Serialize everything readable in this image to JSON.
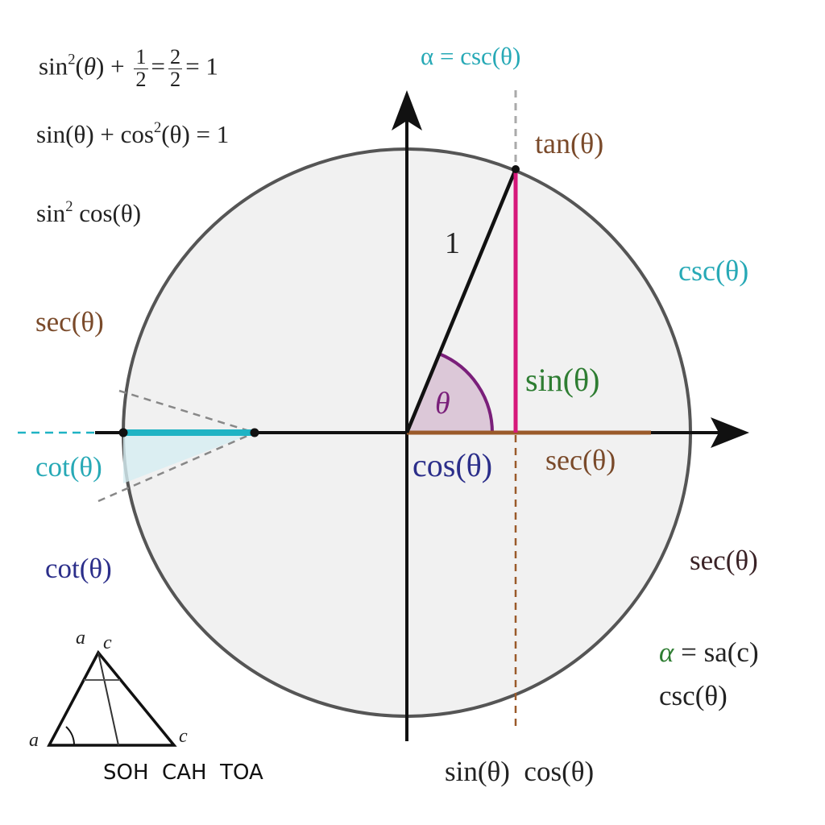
{
  "colors": {
    "background": "#ffffff",
    "circle_fill": "#f1f1f1",
    "circle_stroke": "#555555",
    "axis": "#111111",
    "sin_line": "#d6187a",
    "cos_sec_line": "#9a5a2a",
    "theta_arc": "#7a1f7a",
    "theta_fill": "#dcc8d8",
    "cot_line": "#1fb3c4",
    "teal_text": "#27a9b6",
    "brown_text": "#7a4a2a",
    "green_text": "#2e7d32",
    "navy_text": "#2b2e8a",
    "dark_text": "#222222"
  },
  "identities": {
    "line1": {
      "prefix": "sin",
      "sup": "2",
      "arg": "(θ) + ",
      "frac1_num": "1",
      "frac1_den": "2",
      "eq1": "=",
      "frac2_num": "2",
      "frac2_den": "2",
      "suffix": "= 1"
    },
    "line2": {
      "part1": "sin(θ) + cos",
      "sup": "2",
      "part2": "(θ) = 1"
    },
    "line3": {
      "part1": "sin",
      "sup": "2",
      "part2": " cos(θ)"
    }
  },
  "labels": {
    "alpha_csc_top": "α = csc(θ)",
    "tan": "tan(θ)",
    "radius_one": "1",
    "csc_right": "csc(θ)",
    "sec_left": "sec(θ)",
    "theta": "θ",
    "sin": "sin(θ)",
    "cos": "cos(θ)",
    "sec_axis": "sec(θ)",
    "cot_left_teal": "cot(θ)",
    "cot_left_navy": "cot(θ)",
    "sec_right_lower": "sec(θ)",
    "alpha_symbol": "α",
    "alpha_eq_rest": " = sa(c)",
    "csc_lower_right": "csc(θ)",
    "bottom_sin_cos": "sin(θ)  cos(θ)"
  },
  "triangle": {
    "top_label_a": "a",
    "top_label_c": "c",
    "left_label": "a",
    "right_label": "c",
    "mnemonic": "SOH  CAH  TOA"
  }
}
